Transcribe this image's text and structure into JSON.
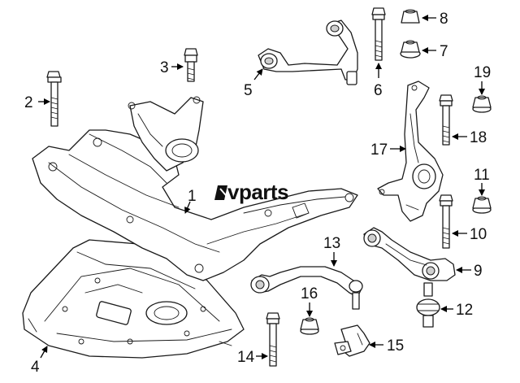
{
  "watermark": {
    "text": "vparts"
  },
  "callouts": {
    "c1": "1",
    "c2": "2",
    "c3": "3",
    "c4": "4",
    "c5": "5",
    "c6": "6",
    "c7": "7",
    "c8": "8",
    "c9": "9",
    "c10": "10",
    "c11": "11",
    "c12": "12",
    "c13": "13",
    "c14": "14",
    "c15": "15",
    "c16": "16",
    "c17": "17",
    "c18": "18",
    "c19": "19"
  },
  "colors": {
    "line": "#1a1a1a",
    "background": "#ffffff",
    "shade": "#cfcfcf"
  }
}
